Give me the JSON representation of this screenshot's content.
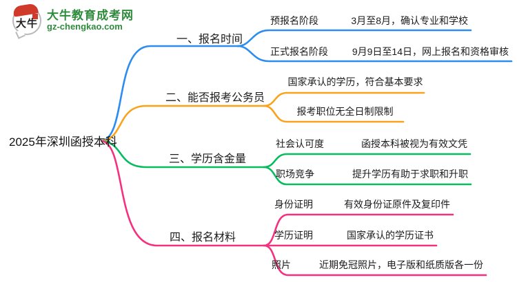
{
  "logo": {
    "site_name": "大牛教育成考网",
    "site_url": "gz-chengkao.com",
    "seal_text": "大牛"
  },
  "root": {
    "label": "2025年深圳函授本科"
  },
  "colors": {
    "branch1": "#2d8cf0",
    "branch2": "#faa21b",
    "branch3": "#07bb5f",
    "branch4": "#f5317f",
    "logo_green": "#2e8b3c",
    "seal_red": "#cf3a2a",
    "text": "#1c1c1c"
  },
  "branches": [
    {
      "label": "一、报名时间",
      "color": "#2d8cf0",
      "children": [
        {
          "label": "预报名阶段",
          "value": "3月至8月，确认专业和学校"
        },
        {
          "label": "正式报名阶段",
          "value": "9月9日至14日，网上报名和资格审核"
        }
      ]
    },
    {
      "label": "二、能否报考公务员",
      "color": "#faa21b",
      "children": [
        {
          "label": "",
          "value": "国家承认的学历，符合基本要求"
        },
        {
          "label": "",
          "value": "报考职位无全日制限制"
        }
      ]
    },
    {
      "label": "三、学历含金量",
      "color": "#07bb5f",
      "children": [
        {
          "label": "社会认可度",
          "value": "函授本科被视为有效文凭"
        },
        {
          "label": "职场竞争",
          "value": "提升学历有助于求职和升职"
        }
      ]
    },
    {
      "label": "四、报名材料",
      "color": "#f5317f",
      "children": [
        {
          "label": "身份证明",
          "value": "有效身份证原件及复印件"
        },
        {
          "label": "学历证明",
          "value": "国家承认的学历证书"
        },
        {
          "label": "照片",
          "value": "近期免冠照片，电子版和纸质版各一份"
        }
      ]
    }
  ]
}
